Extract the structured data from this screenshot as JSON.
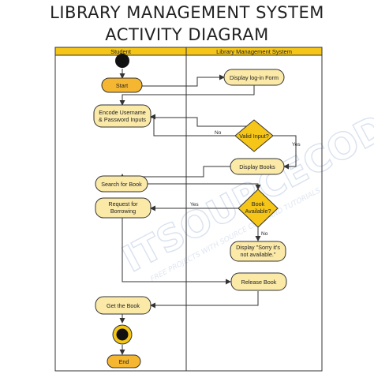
{
  "title": {
    "line1": "LIBRARY MANAGEMENT SYSTEM",
    "line2": "ACTIVITY DIAGRAM"
  },
  "lanes": {
    "student": "Student",
    "system": "Library Management System"
  },
  "nodes": {
    "start": "Start",
    "display_login": "Display log-in Form",
    "encode_line1": "Encode Username",
    "encode_line2": "& Password Inputs",
    "valid_input": "Valid Input?",
    "display_books": "Display Books",
    "search_book": "Search for Book",
    "request_line1": "Request for",
    "request_line2": "Borrowing",
    "book_available_line1": "Book",
    "book_available_line2": "Available?",
    "sorry_line1": "Display \"Sorry it's",
    "sorry_line2": "not available.\"",
    "release_book": "Release Book",
    "get_book": "Get the Book",
    "end": "End"
  },
  "guards": {
    "valid_no": "No",
    "valid_yes": "Yes",
    "available_yes": "Yes",
    "available_no": "No"
  },
  "watermark": {
    "brand": "ITSOURCECODE",
    "tagline": "FREE PROJECTS WITH SOURCE CODE AND TUTORIALS"
  },
  "colors": {
    "node_fill": "#fbe9a8",
    "start_fill": "#f5b731",
    "decision_fill": "#f5c518",
    "header_fill": "#f5c518",
    "stroke": "#333333"
  }
}
